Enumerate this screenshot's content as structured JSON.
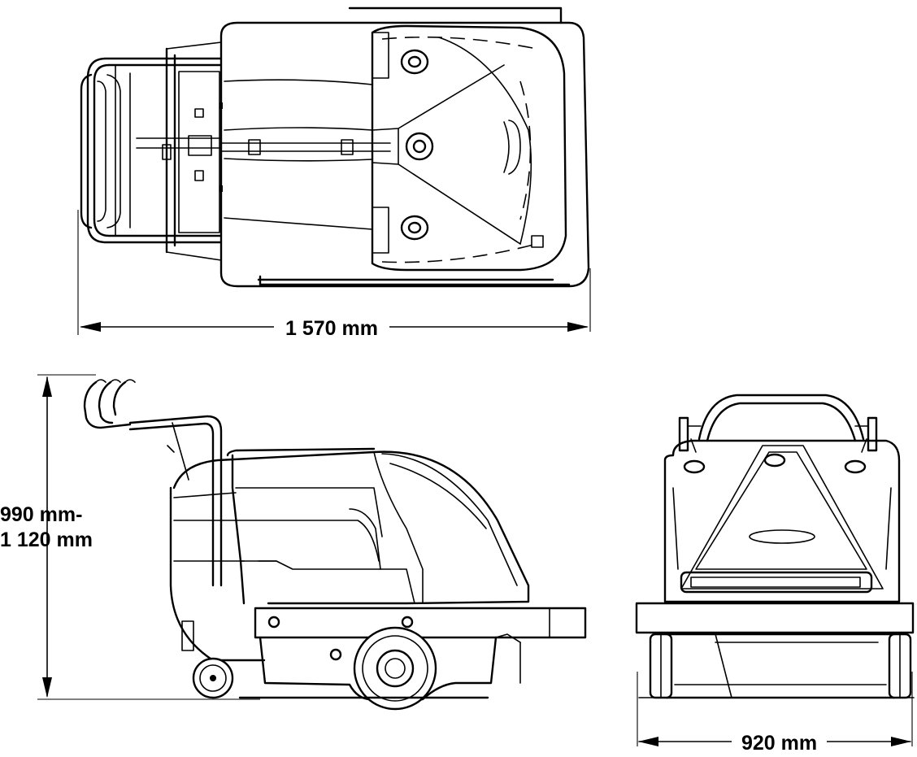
{
  "dimensions": {
    "length": "1 570 mm",
    "height_line1": "990 mm-",
    "height_line2": "1 120 mm",
    "width": "920 mm"
  },
  "colors": {
    "line": "#000000",
    "background": "#ffffff"
  }
}
